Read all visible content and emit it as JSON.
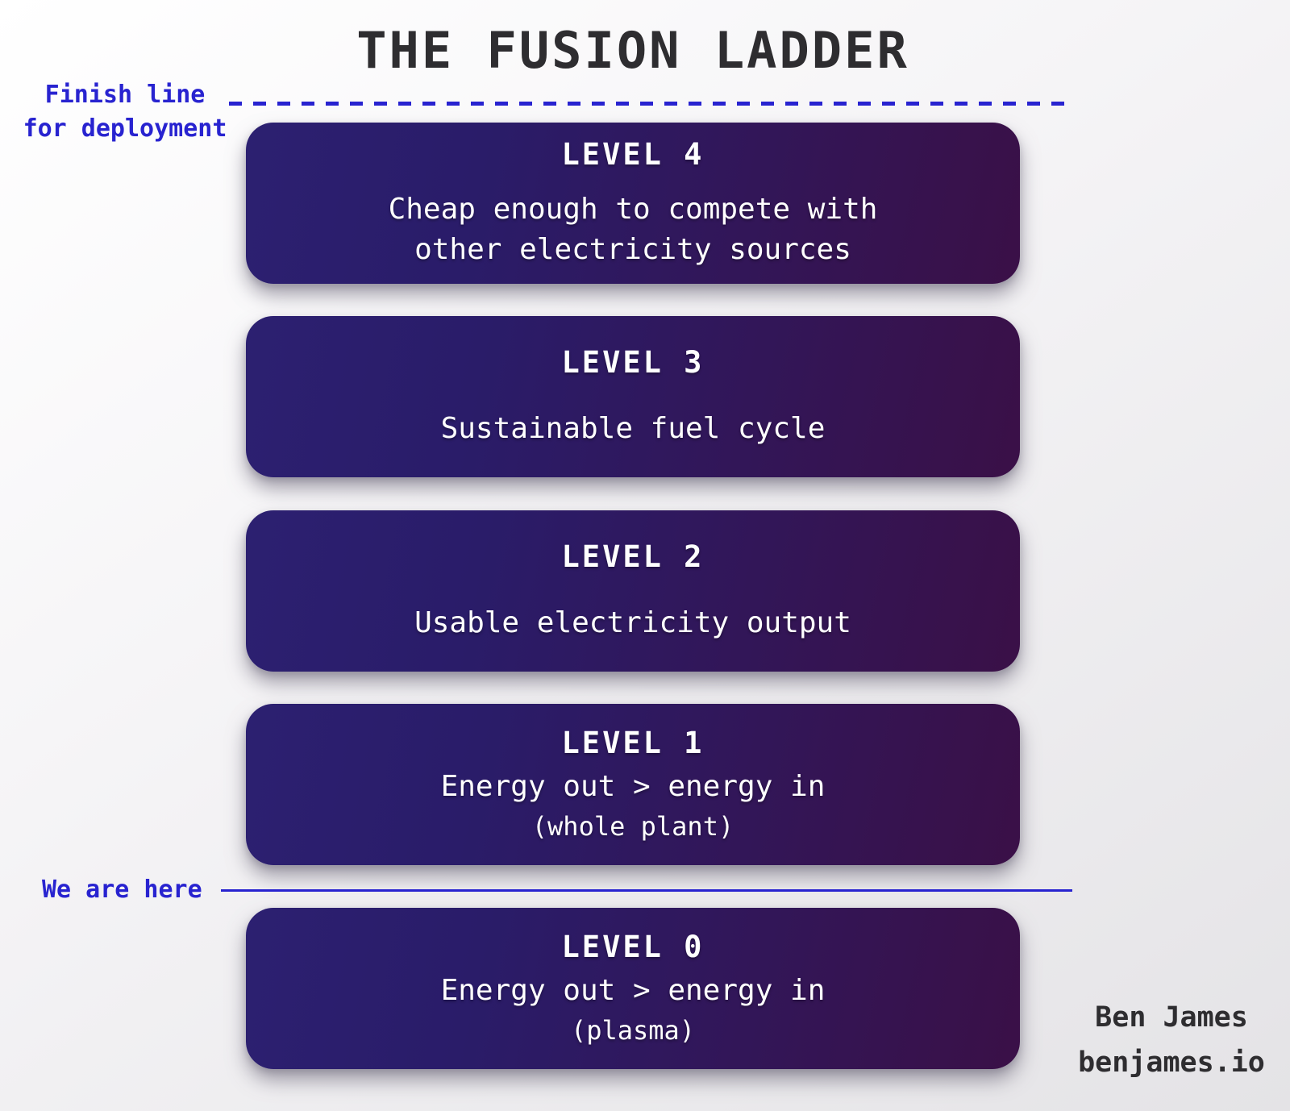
{
  "title": "THE FUSION LADDER",
  "annotations": {
    "finish_line": {
      "line1": "Finish line",
      "line2": "for deployment"
    },
    "we_are_here": {
      "label": "We are here"
    }
  },
  "levels": [
    {
      "name": "LEVEL 4",
      "line1": "Cheap enough to compete with",
      "line2": "other electricity sources"
    },
    {
      "name": "LEVEL 3",
      "line1": "Sustainable fuel cycle"
    },
    {
      "name": "LEVEL 2",
      "line1": "Usable electricity output"
    },
    {
      "name": "LEVEL 1",
      "line1": "Energy out > energy in",
      "sub": "(whole plant)"
    },
    {
      "name": "LEVEL 0",
      "line1": "Energy out > energy in",
      "sub": "(plasma)"
    }
  ],
  "attribution": {
    "author": "Ben James",
    "website": "benjames.io"
  },
  "colors": {
    "annotation_blue": "#2823d0",
    "card_gradient_left": "#2c2071",
    "card_gradient_right": "#3a1047",
    "heading_text": "#2e2d30",
    "card_text": "#ffffff"
  }
}
